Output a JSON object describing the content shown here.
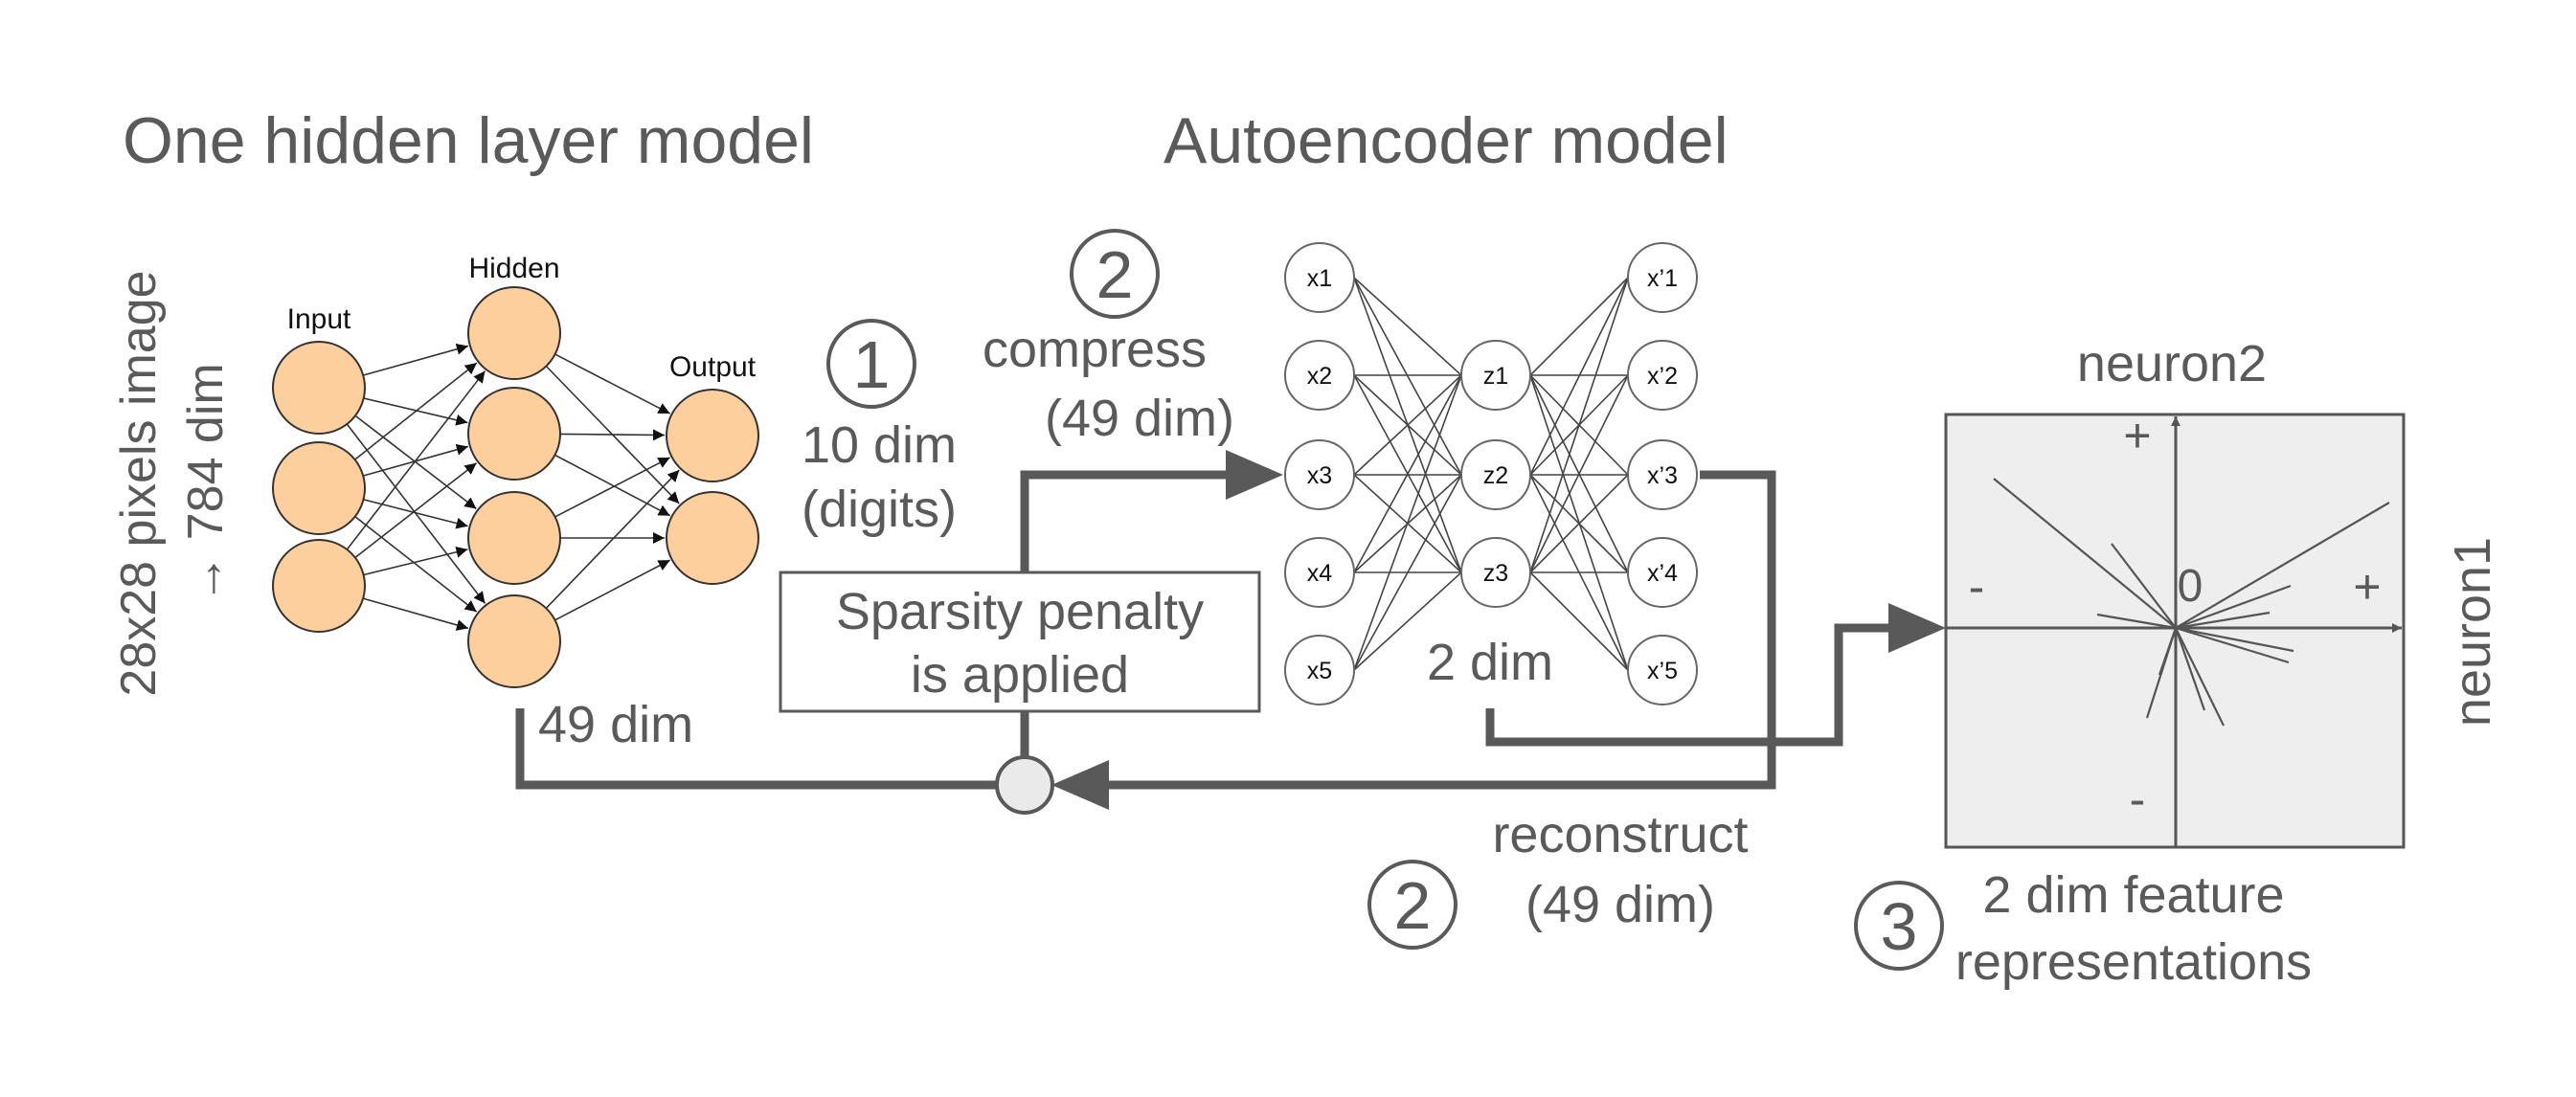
{
  "titles": {
    "left": "One hidden layer model",
    "right": "Autoencoder model"
  },
  "input_side_label": {
    "line1": "28x28 pixels image",
    "line2": "→ 784 dim"
  },
  "nn": {
    "input_label": "Input",
    "hidden_label": "Hidden",
    "output_label": "Output",
    "node_color": "#FCCF9C",
    "hidden_dim": "49 dim"
  },
  "step1": {
    "badge": "1",
    "line1": "10 dim",
    "line2": "(digits)"
  },
  "compress": {
    "badge": "2",
    "line1": "compress",
    "line2": "(49 dim)"
  },
  "sparsity": {
    "line1": "Sparsity penalty",
    "line2": "is applied"
  },
  "autoencoder": {
    "inputs": [
      "x1",
      "x2",
      "x3",
      "x4",
      "x5"
    ],
    "codes": [
      "z1",
      "z2",
      "z3"
    ],
    "outputs": [
      "x’1",
      "x’2",
      "x’3",
      "x’4",
      "x’5"
    ],
    "code_dim": "2 dim"
  },
  "reconstruct": {
    "badge": "2",
    "line1": "reconstruct",
    "line2": "(49 dim)"
  },
  "plot": {
    "x_axis_label": "neuron1",
    "y_axis_label": "neuron2",
    "origin_label": "0",
    "x_plus": "+",
    "x_minus": "-",
    "y_plus": "+",
    "y_minus": "-",
    "background": "#EEEEEE"
  },
  "step3": {
    "badge": "3",
    "line1": "2 dim feature",
    "line2": "representations"
  },
  "colors": {
    "wire": "#595959",
    "text": "#5a5a5a"
  }
}
